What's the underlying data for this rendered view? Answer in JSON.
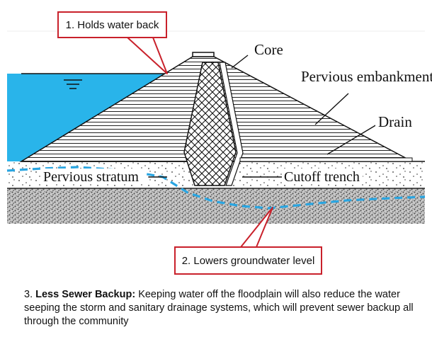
{
  "callouts": {
    "holds": "1. Holds water back",
    "lowers": "2. Lowers groundwater level"
  },
  "labels": {
    "core": "Core",
    "pervious_embankment": "Pervious embankment",
    "drain": "Drain",
    "pervious_stratum": "Pervious stratum",
    "cutoff_trench": "Cutoff trench"
  },
  "note": {
    "number": "3. ",
    "heading": "Less Sewer Backup:",
    "body": " Keeping water off the floodplain will also reduce the water seeping the storm and sanitary drainage systems, which will prevent sewer backup all through the community"
  },
  "colors": {
    "water": "#29b4ea",
    "callout_border": "#c9212b",
    "groundwater_line": "#29a5e1"
  }
}
